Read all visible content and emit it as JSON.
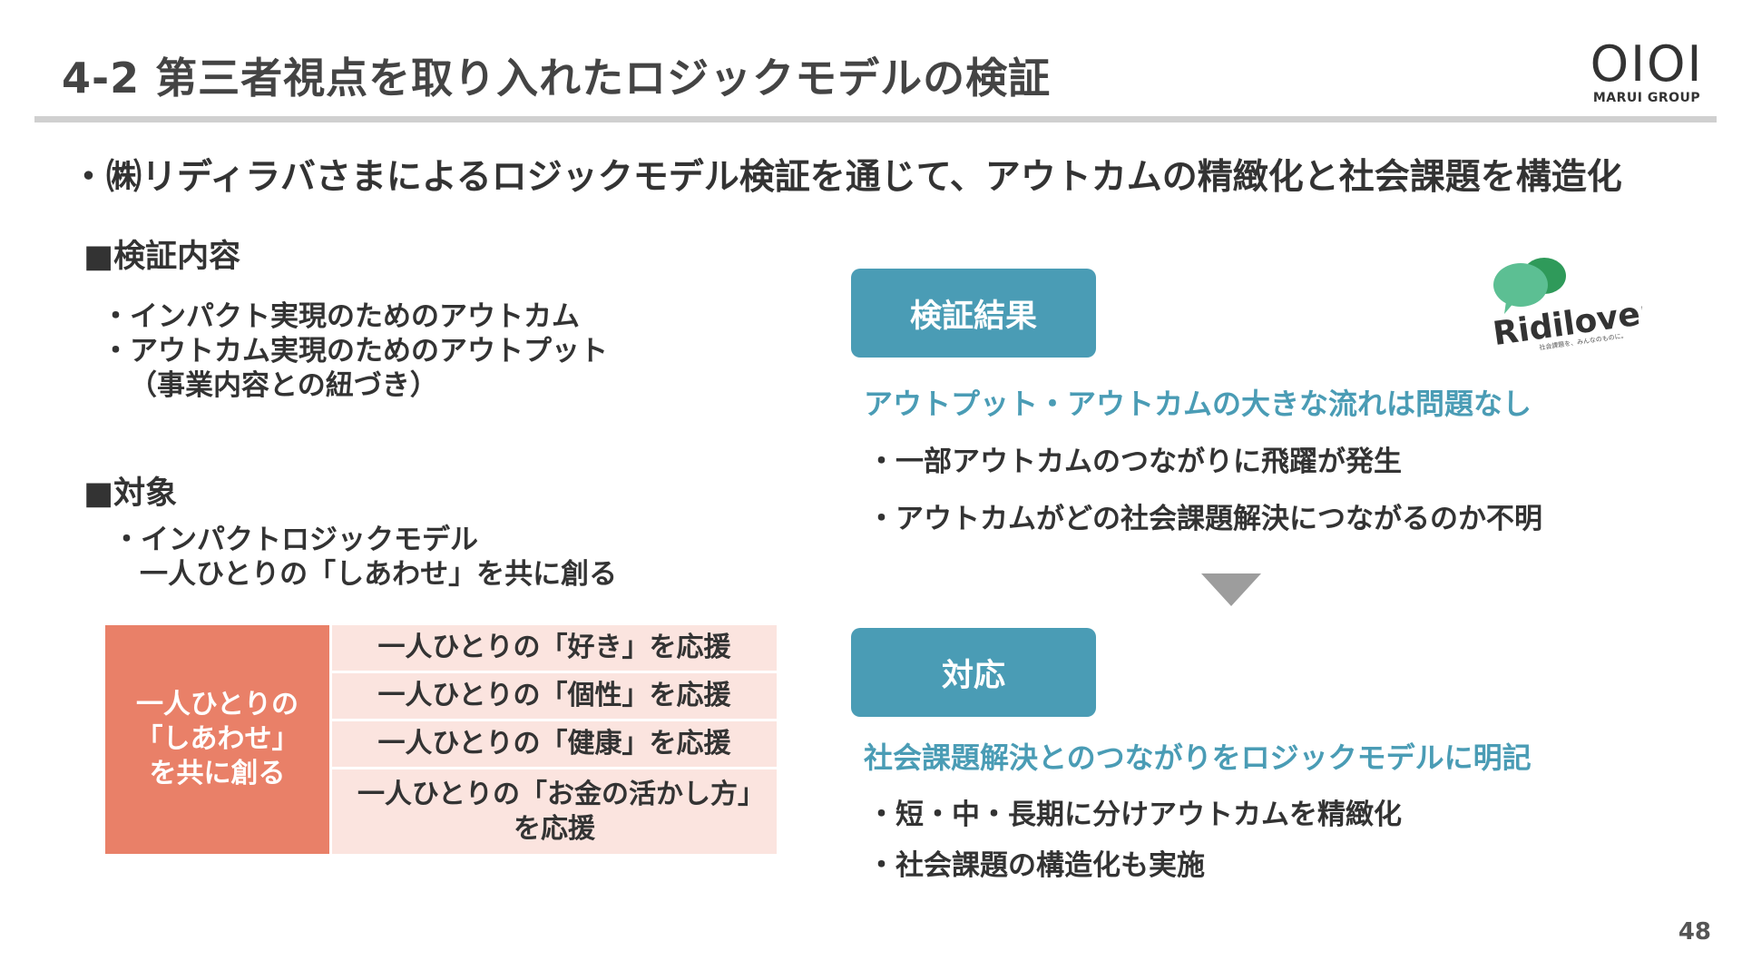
{
  "header": {
    "title": "4-2 第三者視点を取り入れたロジックモデルの検証",
    "logo_mark": "OIOI",
    "logo_sub": "MARUI GROUP"
  },
  "lead": "・㈱リディラバさまによるロジックモデル検証を通じて、アウトカムの精緻化と社会課題を構造化",
  "verification": {
    "heading": "■検証内容",
    "items": [
      "・インパクト実現のためのアウトカム",
      "・アウトカム実現のためのアウトプット",
      "（事業内容との紐づき）"
    ]
  },
  "target": {
    "heading": "■対象",
    "items": [
      "・インパクトロジックモデル",
      "一人ひとりの「しあわせ」を共に創る"
    ]
  },
  "matrix": {
    "left": "一人ひとりの\n「しあわせ」\nを共に創る",
    "rows": [
      "一人ひとりの「好き」を応援",
      "一人ひとりの「個性」を応援",
      "一人ひとりの「健康」を応援",
      "一人ひとりの「お金の活かし方」を応援"
    ]
  },
  "result": {
    "tag": "検証結果",
    "headline": "アウトプット・アウトカムの大きな流れは問題なし",
    "items": [
      "・一部アウトカムのつながりに飛躍が発生",
      "・アウトカムがどの社会課題解決につながるのか不明"
    ]
  },
  "response": {
    "tag": "対応",
    "headline": "社会課題解決とのつながりをロジックモデルに明記",
    "items": [
      "・短・中・長期に分けアウトカムを精緻化",
      "・社会課題の構造化も実施"
    ]
  },
  "partner_logo": {
    "name": "Ridilover",
    "tagline": "社会課題を、みんなのものに。",
    "colors": {
      "bubble_light": "#5cbf93",
      "bubble_dark": "#2f9a5a"
    }
  },
  "page_number": "48"
}
